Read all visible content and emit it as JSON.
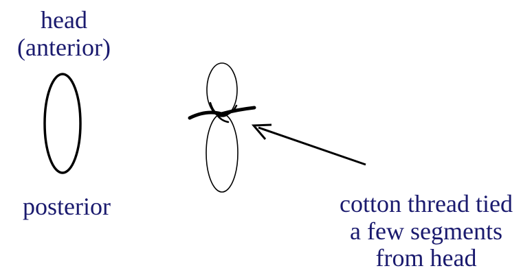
{
  "labels": {
    "head_line1": "head",
    "head_line2": "(anterior)",
    "posterior": "posterior",
    "thread_line1": "cotton thread tied",
    "thread_line2": "a few segments",
    "thread_line3": "from head"
  },
  "colors": {
    "text": "#1a1a6e",
    "stroke": "#000000",
    "background": "#ffffff"
  }
}
